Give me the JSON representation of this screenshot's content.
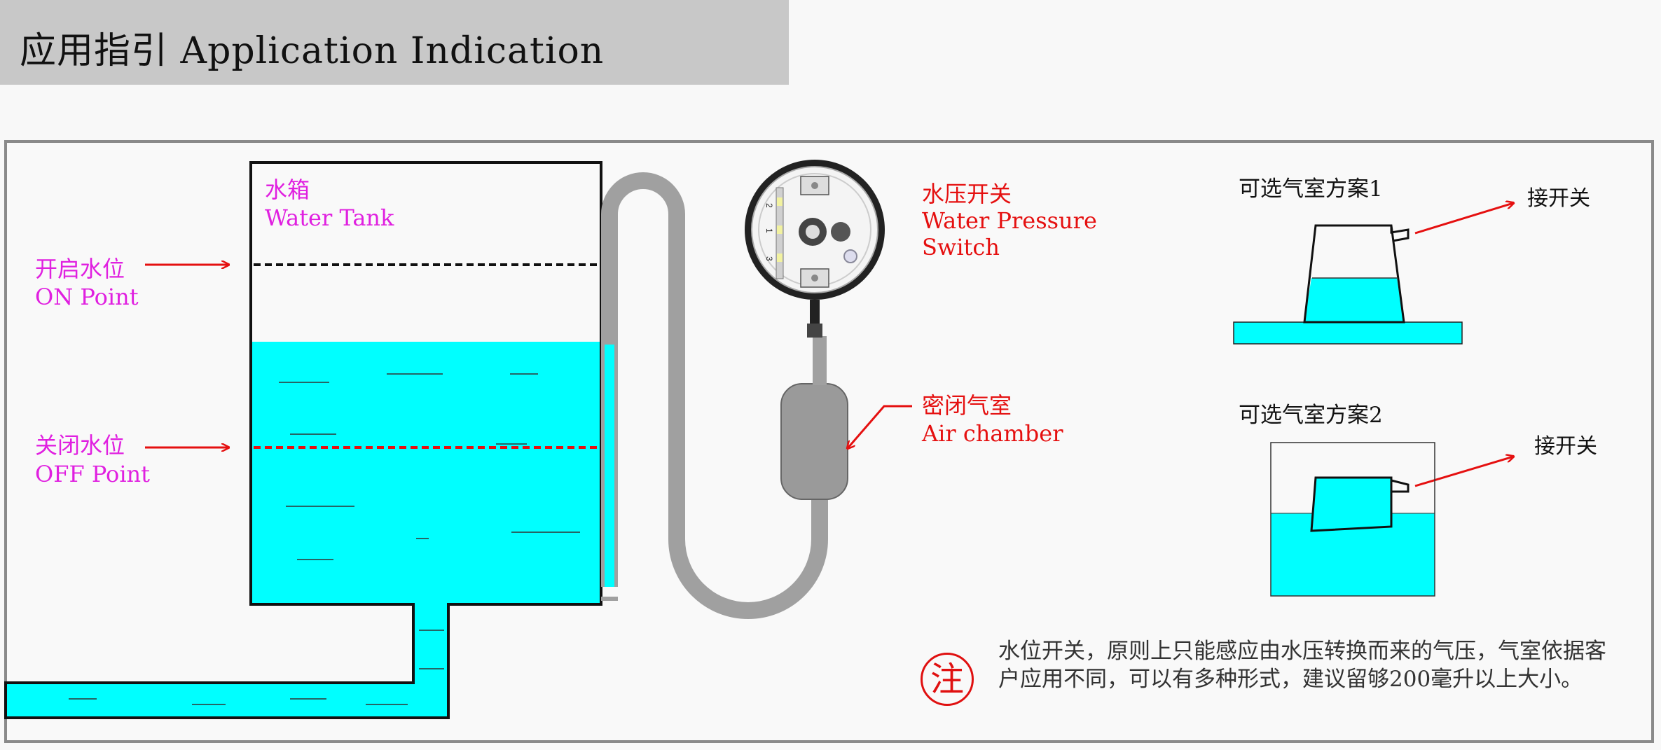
{
  "header": {
    "title": "应用指引 Application Indication"
  },
  "labels": {
    "tank_cn": "水箱",
    "tank_en": "Water Tank",
    "on_cn": "开启水位",
    "on_en": "ON Point",
    "off_cn": "关闭水位",
    "off_en": "OFF Point",
    "switch_cn": "水压开关",
    "switch_en1": "Water Pressure",
    "switch_en2": "Switch",
    "air_cn": "密闭气室",
    "air_en": "Air chamber",
    "option1": "可选气室方案1",
    "option2": "可选气室方案2",
    "connect1": "接开关",
    "connect2": "接开关",
    "gauge_ticks": [
      "2",
      "1",
      "3"
    ]
  },
  "note": {
    "seal": "注",
    "text": "水位开关，原则上只能感应由水压转换而来的气压，气室依据客户应用不同，可以有多种形式，建议留够200毫升以上大小。"
  },
  "colors": {
    "water": "#00ffff",
    "tube": "#a0a0a0",
    "magenta": "#e020e0",
    "red": "#e51010",
    "header_bg": "#c8c8c8"
  }
}
